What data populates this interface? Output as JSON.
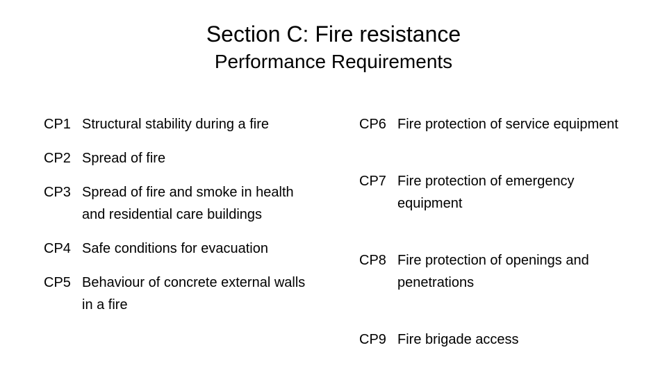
{
  "slide": {
    "title": "Section C: Fire resistance",
    "subtitle": "Performance Requirements",
    "text_color": "#000000",
    "background_color": "#ffffff"
  },
  "columns": {
    "left": [
      {
        "code": "CP1",
        "text": "Structural stability during a fire"
      },
      {
        "code": "CP2",
        "text": "Spread of fire"
      },
      {
        "code": "CP3",
        "text": "Spread of fire and smoke in health and residential care buildings"
      },
      {
        "code": "CP4",
        "text": "Safe conditions for evacuation"
      },
      {
        "code": "CP5",
        "text": "Behaviour of concrete external walls in a fire"
      }
    ],
    "right": [
      {
        "code": "CP6",
        "text": "Fire protection of service equipment"
      },
      {
        "code": "CP7",
        "text": "Fire protection of emergency equipment"
      },
      {
        "code": "CP8",
        "text": "Fire protection of openings and penetrations"
      },
      {
        "code": "CP9",
        "text": "Fire brigade access"
      }
    ]
  }
}
